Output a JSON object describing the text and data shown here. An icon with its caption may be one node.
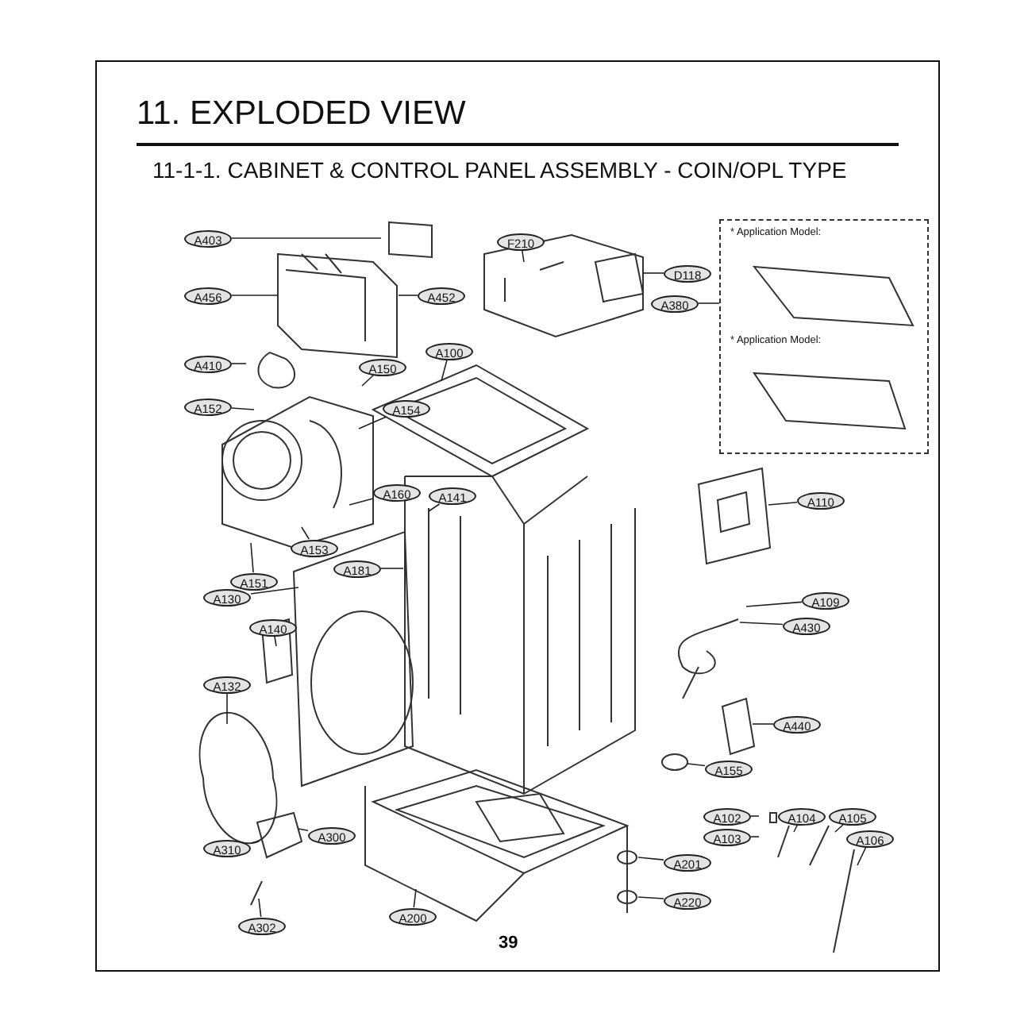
{
  "diagram": {
    "title": "11. EXPLODED VIEW",
    "caption": "11-1-1. CABINET & CONTROL PANEL ASSEMBLY - COIN/OPL TYPE",
    "nodes": [
      {
        "text": [
          "A403"
        ]
      },
      {
        "text": [
          "A456"
        ]
      },
      {
        "text": [
          "A452"
        ]
      },
      {
        "text": [
          "F210"
        ]
      },
      {
        "text": [
          "D118"
        ]
      },
      {
        "text": [
          "A380"
        ]
      },
      {
        "text": [
          "* Application Model:",
          "* Application Model:"
        ]
      },
      {
        "text": [
          "A410"
        ]
      },
      {
        "text": [
          "A100"
        ]
      },
      {
        "text": [
          "A150"
        ]
      },
      {
        "text": [
          "A154"
        ]
      },
      {
        "text": [
          "A152"
        ]
      },
      {
        "text": [
          "A160"
        ]
      },
      {
        "text": [
          "A141"
        ]
      },
      {
        "text": [
          "A110"
        ]
      },
      {
        "text": [
          "A153"
        ]
      },
      {
        "text": [
          "A151"
        ]
      },
      {
        "text": [
          "A181"
        ]
      },
      {
        "text": [
          "A130"
        ]
      },
      {
        "text": [
          "A109"
        ]
      },
      {
        "text": [
          "A140"
        ]
      },
      {
        "text": [
          "A430"
        ]
      },
      {
        "text": [
          "A132"
        ]
      },
      {
        "text": [
          "A440"
        ]
      },
      {
        "text": [
          "A155"
        ]
      },
      {
        "text": [
          "A102"
        ]
      },
      {
        "text": [
          "A104"
        ]
      },
      {
        "text": [
          "A105"
        ]
      },
      {
        "text": [
          "A103"
        ]
      },
      {
        "text": [
          "A106"
        ]
      },
      {
        "text": [
          "A300"
        ]
      },
      {
        "text": [
          "A310"
        ]
      },
      {
        "text": [
          "A201"
        ]
      },
      {
        "text": [
          "A220"
        ]
      },
      {
        "text": [
          "A200"
        ]
      },
      {
        "text": [
          "A302"
        ]
      }
    ],
    "edges": [
      {
        "from": 0,
        "to": null,
        "arrow": "none"
      },
      {
        "from": 1,
        "to": null,
        "arrow": "none"
      },
      {
        "from": 2,
        "to": null,
        "arrow": "none"
      },
      {
        "from": 3,
        "to": null,
        "arrow": "none"
      },
      {
        "from": 4,
        "to": null,
        "arrow": "none"
      },
      {
        "from": 5,
        "to": 6,
        "arrow": "none"
      },
      {
        "from": 7,
        "to": null,
        "arrow": "none"
      },
      {
        "from": 8,
        "to": null,
        "arrow": "none"
      },
      {
        "from": 9,
        "to": null,
        "arrow": "none"
      },
      {
        "from": 10,
        "to": null,
        "arrow": "none"
      },
      {
        "from": 11,
        "to": null,
        "arrow": "none"
      },
      {
        "from": 12,
        "to": null,
        "arrow": "none"
      },
      {
        "from": 13,
        "to": null,
        "arrow": "none"
      },
      {
        "from": 14,
        "to": null,
        "arrow": "none"
      },
      {
        "from": 15,
        "to": null,
        "arrow": "none"
      },
      {
        "from": 16,
        "to": null,
        "arrow": "none"
      },
      {
        "from": 17,
        "to": null,
        "arrow": "none"
      },
      {
        "from": 18,
        "to": null,
        "arrow": "none"
      },
      {
        "from": 19,
        "to": null,
        "arrow": "none"
      },
      {
        "from": 20,
        "to": null,
        "arrow": "none"
      },
      {
        "from": 21,
        "to": null,
        "arrow": "none"
      },
      {
        "from": 22,
        "to": null,
        "arrow": "none"
      },
      {
        "from": 23,
        "to": null,
        "arrow": "none"
      },
      {
        "from": 24,
        "to": null,
        "arrow": "none"
      },
      {
        "from": 25,
        "to": null,
        "arrow": "none"
      },
      {
        "from": 26,
        "to": null,
        "arrow": "none"
      },
      {
        "from": 27,
        "to": null,
        "arrow": "none"
      },
      {
        "from": 28,
        "to": null,
        "arrow": "none"
      },
      {
        "from": 29,
        "to": null,
        "arrow": "none"
      },
      {
        "from": 30,
        "to": null,
        "arrow": "none"
      },
      {
        "from": 31,
        "to": null,
        "arrow": "none"
      },
      {
        "from": 32,
        "to": null,
        "arrow": "none"
      },
      {
        "from": 33,
        "to": null,
        "arrow": "none"
      },
      {
        "from": 34,
        "to": null,
        "arrow": "none"
      },
      {
        "from": 35,
        "to": null,
        "arrow": "none"
      }
    ],
    "labels": [
      "39"
    ]
  }
}
